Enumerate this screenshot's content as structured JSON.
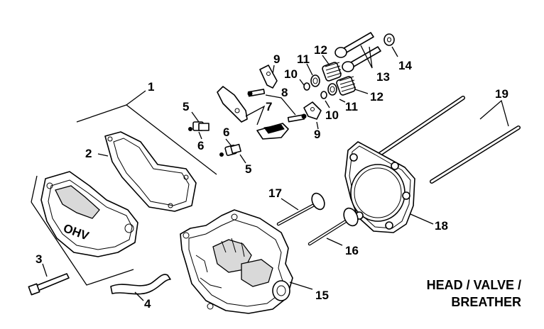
{
  "title_lines": [
    "HEAD / VALVE /",
    "BREATHER"
  ],
  "callouts": {
    "c1": "1",
    "c2": "2",
    "c3": "3",
    "c4": "4",
    "c5a": "5",
    "c5b": "5",
    "c6a": "6",
    "c6b": "6",
    "c7": "7",
    "c8": "8",
    "c9a": "9",
    "c9b": "9",
    "c10a": "10",
    "c10b": "10",
    "c11a": "11",
    "c11b": "11",
    "c12a": "12",
    "c12b": "12",
    "c13": "13",
    "c14": "14",
    "c15": "15",
    "c16": "16",
    "c17": "17",
    "c18": "18",
    "c19": "19"
  },
  "part_text": {
    "ohv": "OHV"
  }
}
